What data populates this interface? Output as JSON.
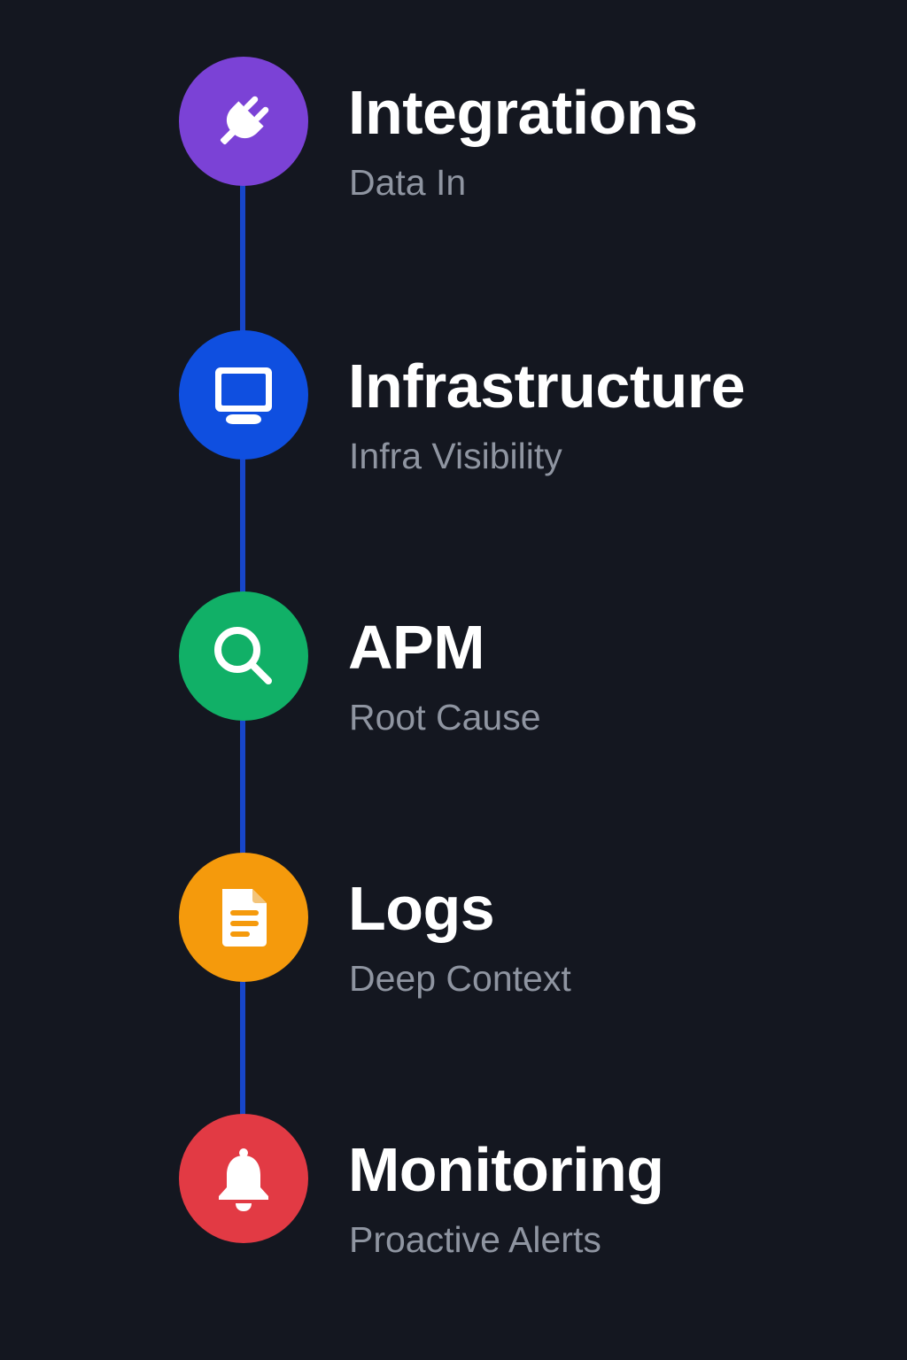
{
  "colors": {
    "background": "#141720",
    "connector": "#1746c9",
    "title": "#ffffff",
    "subtitle": "#8f95a1"
  },
  "steps": [
    {
      "title": "Integrations",
      "subtitle": "Data In",
      "icon": "plug-icon",
      "color": "#7b42d6"
    },
    {
      "title": "Infrastructure",
      "subtitle": "Infra Visibility",
      "icon": "monitor-icon",
      "color": "#0f4fe0"
    },
    {
      "title": "APM",
      "subtitle": "Root Cause",
      "icon": "magnifier-icon",
      "color": "#11b067"
    },
    {
      "title": "Logs",
      "subtitle": "Deep Context",
      "icon": "document-icon",
      "color": "#f59a0c"
    },
    {
      "title": "Monitoring",
      "subtitle": "Proactive Alerts",
      "icon": "bell-icon",
      "color": "#e23a44"
    }
  ]
}
